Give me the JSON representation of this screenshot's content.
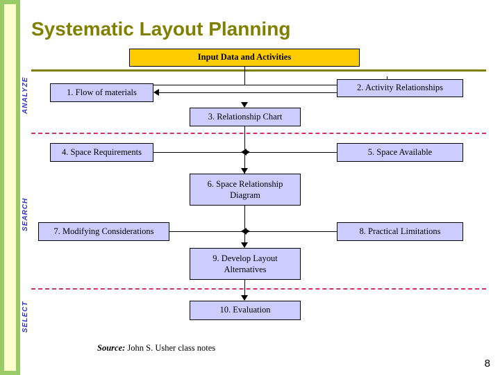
{
  "slide": {
    "title": "Systematic Layout Planning",
    "page_number": "8",
    "source_prefix": "Source:",
    "source_text": " John S. Usher class notes",
    "colors": {
      "title": "#808000",
      "band": "#99cc66",
      "band_inner": "#ffffcc",
      "box_fill": "#ccccff",
      "header_fill": "#ffcc00",
      "phase_label": "#3333cc",
      "dashed_divider": "#cc3366",
      "rule": "#808000"
    }
  },
  "phases": [
    {
      "id": "analyze",
      "label": "ANALYZE"
    },
    {
      "id": "search",
      "label": "SEARCH"
    },
    {
      "id": "select",
      "label": "SELECT"
    }
  ],
  "boxes": [
    {
      "id": "header",
      "label": "Input Data and Activities"
    },
    {
      "id": "step1",
      "label": "1. Flow of materials"
    },
    {
      "id": "step2",
      "label": "2. Activity Relationships"
    },
    {
      "id": "step3",
      "label": "3. Relationship Chart"
    },
    {
      "id": "step4",
      "label": "4. Space Requirements"
    },
    {
      "id": "step5",
      "label": "5. Space Available"
    },
    {
      "id": "step6",
      "label": "6. Space Relationship Diagram"
    },
    {
      "id": "step7",
      "label": "7. Modifying Considerations"
    },
    {
      "id": "step8",
      "label": "8. Practical Limitations"
    },
    {
      "id": "step9",
      "label": "9. Develop Layout Alternatives"
    },
    {
      "id": "step10",
      "label": "10. Evaluation"
    }
  ]
}
